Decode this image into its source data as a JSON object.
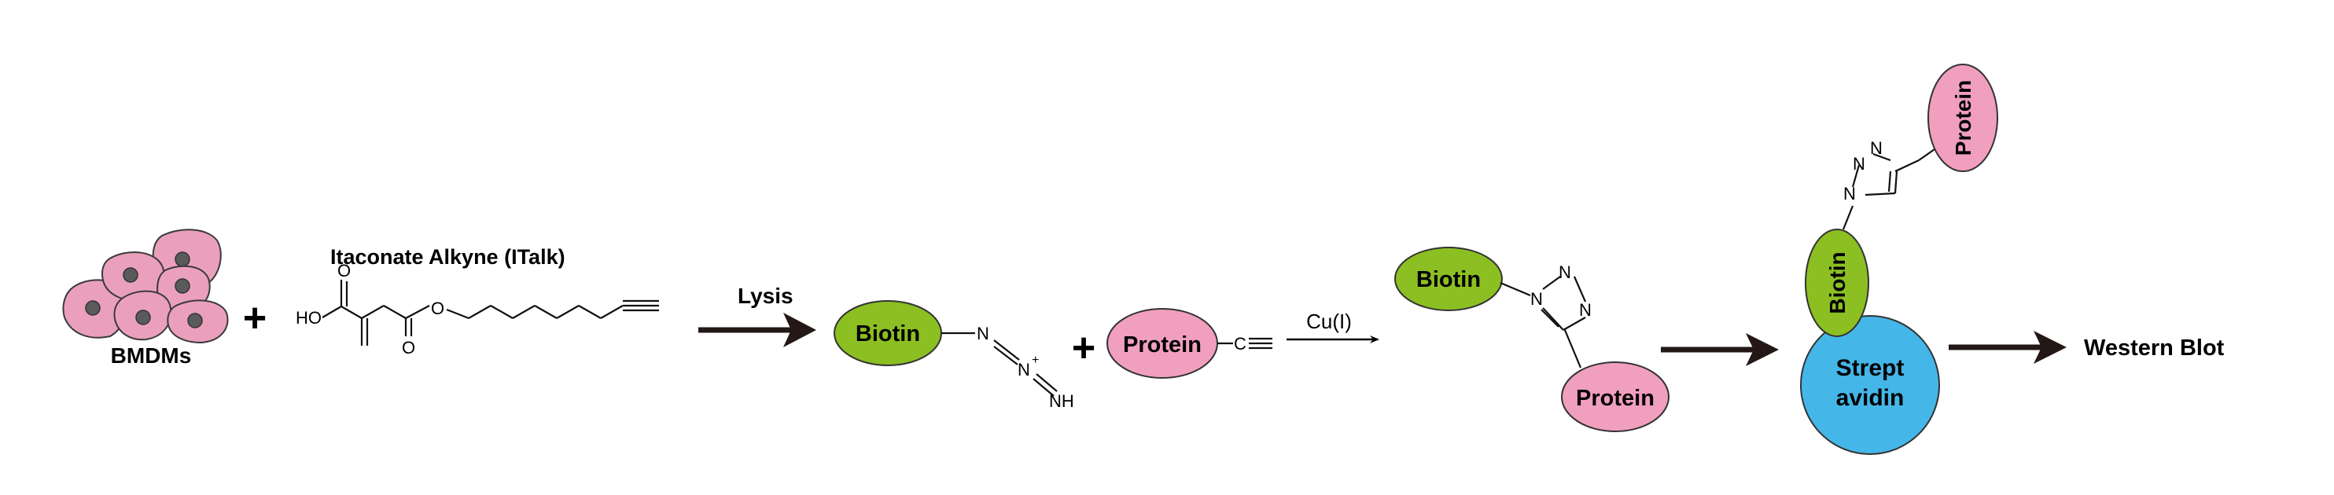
{
  "cells": {
    "label": "BMDMs",
    "fill": "#eaa0bd",
    "nucleus": "#5a5a5a"
  },
  "plus": "+",
  "itaconate": {
    "title": "Itaconate Alkyne (ITalk)",
    "ho": "HO",
    "o1": "O",
    "o2": "O",
    "o3": "O"
  },
  "step1": {
    "label": "Lysis"
  },
  "biotin": {
    "label": "Biotin",
    "fill": "#8cbf22"
  },
  "azide": {
    "n1": "N",
    "n2": "N",
    "plus_charge": "+",
    "nh": "NH"
  },
  "protein": {
    "label": "Protein",
    "fill": "#f19fbe"
  },
  "alkyne": {
    "c": "C"
  },
  "step2": {
    "label": "Cu(I)"
  },
  "triazole": {
    "n1": "N",
    "n2": "N",
    "n3": "N"
  },
  "streptavidin": {
    "label_line1": "Strept",
    "label_line2": "avidin",
    "fill": "#45b6e8"
  },
  "result": {
    "label": "Western Blot"
  }
}
